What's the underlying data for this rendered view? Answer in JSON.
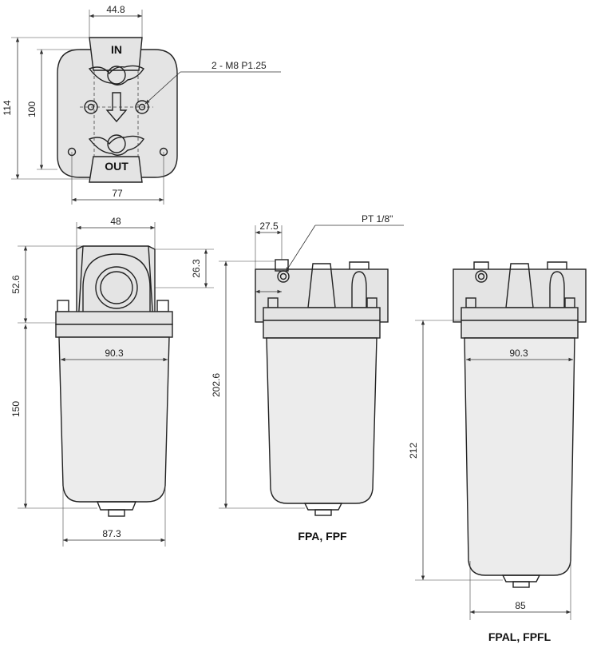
{
  "top_view": {
    "in_label": "IN",
    "out_label": "OUT",
    "dim_width_top": "44.8",
    "dim_height_outer": "114",
    "dim_height_inner": "100",
    "dim_width_bottom": "77",
    "thread_callout": "2 - M8  P1.25"
  },
  "front_view": {
    "dim_head_width": "48",
    "dim_head_height": "52.6",
    "dim_port_height": "26.3",
    "dim_bowl_height": "150",
    "dim_bowl_width": "90.3",
    "dim_base_width": "87.3"
  },
  "side_view_short": {
    "dim_offset": "27.5",
    "port_callout": "PT 1/8\"",
    "dim_total_height": "202.6",
    "model_label": "FPA, FPF"
  },
  "side_view_long": {
    "dim_bowl_width": "90.3",
    "dim_total_height": "212",
    "dim_base_width": "85",
    "model_label": "FPAL, FPFL"
  },
  "colors": {
    "line": "#222222",
    "fill": "#ececec"
  }
}
